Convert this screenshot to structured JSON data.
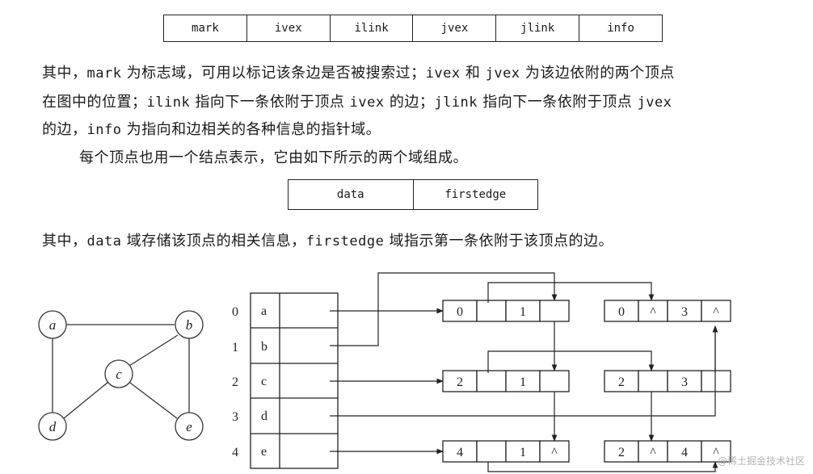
{
  "edge_node_fields": [
    "mark",
    "ivex",
    "ilink",
    "jvex",
    "jlink",
    "info"
  ],
  "paragraph1": {
    "l1": [
      {
        "t": "其中，",
        "m": false
      },
      {
        "t": "mark",
        "m": true
      },
      {
        "t": " 为标志域，可用以标记该条边是否被搜索过；",
        "m": false
      },
      {
        "t": "ivex",
        "m": true
      },
      {
        "t": " 和 ",
        "m": false
      },
      {
        "t": "jvex",
        "m": true
      },
      {
        "t": " 为该边依附的两个顶点",
        "m": false
      }
    ],
    "l2": [
      {
        "t": "在图中的位置；",
        "m": false
      },
      {
        "t": "ilink",
        "m": true
      },
      {
        "t": " 指向下一条依附于顶点 ",
        "m": false
      },
      {
        "t": "ivex",
        "m": true
      },
      {
        "t": " 的边；",
        "m": false
      },
      {
        "t": "jlink",
        "m": true
      },
      {
        "t": " 指向下一条依附于顶点 ",
        "m": false
      },
      {
        "t": "jvex",
        "m": true
      }
    ],
    "l3": [
      {
        "t": "的边，",
        "m": false
      },
      {
        "t": "info",
        "m": true
      },
      {
        "t": " 为指向和边相关的各种信息的指针域。",
        "m": false
      }
    ]
  },
  "paragraph2": "每个顶点也用一个结点表示，它由如下所示的两个域组成。",
  "vertex_node_fields": [
    "data",
    "firstedge"
  ],
  "paragraph3": [
    {
      "t": "其中，",
      "m": false
    },
    {
      "t": "data",
      "m": true
    },
    {
      "t": " 域存储该顶点的相关信息，",
      "m": false
    },
    {
      "t": "firstedge",
      "m": true
    },
    {
      "t": " 域指示第一条依附于该顶点的边。",
      "m": false
    }
  ],
  "graph": {
    "nodes": [
      "a",
      "b",
      "c",
      "d",
      "e"
    ],
    "edges": [
      [
        "a",
        "b"
      ],
      [
        "a",
        "d"
      ],
      [
        "b",
        "c"
      ],
      [
        "b",
        "e"
      ],
      [
        "c",
        "d"
      ],
      [
        "c",
        "e"
      ]
    ]
  },
  "adjacency_multilist": {
    "vertices": [
      {
        "index": "0",
        "data": "a"
      },
      {
        "index": "1",
        "data": "b"
      },
      {
        "index": "2",
        "data": "c"
      },
      {
        "index": "3",
        "data": "d"
      },
      {
        "index": "4",
        "data": "e"
      }
    ],
    "edge_nodes": [
      {
        "ivex": "0",
        "jvex": "1",
        "ilink": "",
        "jlink": ""
      },
      {
        "ivex": "0",
        "jvex": "3",
        "ilink": "^",
        "jlink": "^"
      },
      {
        "ivex": "2",
        "jvex": "1",
        "ilink": "",
        "jlink": ""
      },
      {
        "ivex": "2",
        "jvex": "3",
        "ilink": "",
        "jlink": ""
      },
      {
        "ivex": "4",
        "jvex": "1",
        "ilink": "",
        "jlink": "^"
      },
      {
        "ivex": "2",
        "jvex": "4",
        "ilink": "^",
        "jlink": "^"
      }
    ]
  },
  "watermark": "@稀土掘金技术社区"
}
